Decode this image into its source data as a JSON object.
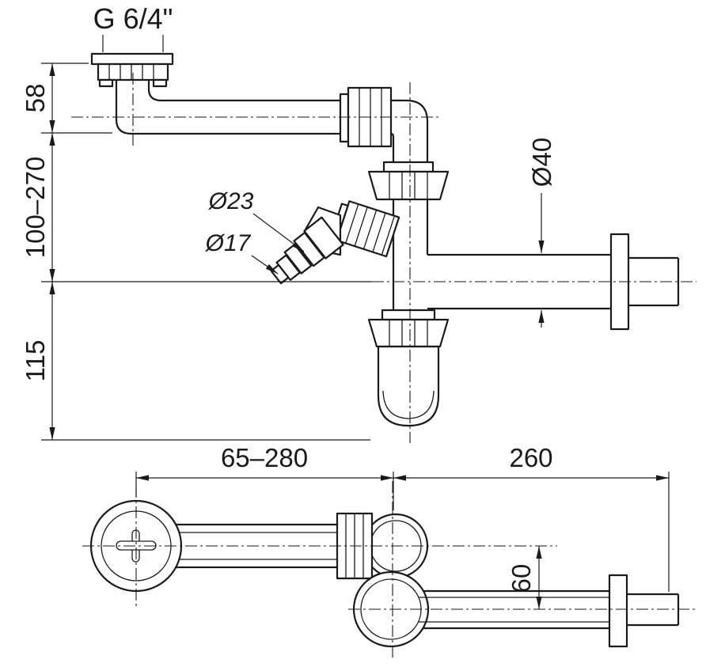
{
  "style": {
    "ink": "#1a1a1a",
    "background": "#ffffff"
  },
  "side_view": {
    "thread_label": "G 6/4\"",
    "dim_flange_to_pipe_axis": "58",
    "dim_adjustable_height": "100–270",
    "dim_lower_height": "115",
    "hose_outer_diameter": "Ø23",
    "hose_inner_diameter": "Ø17",
    "outlet_diameter": "Ø40"
  },
  "plan_view": {
    "dim_adjustable_length": "65–280",
    "dim_outlet_length": "260",
    "dim_outlet_offset": "60"
  }
}
